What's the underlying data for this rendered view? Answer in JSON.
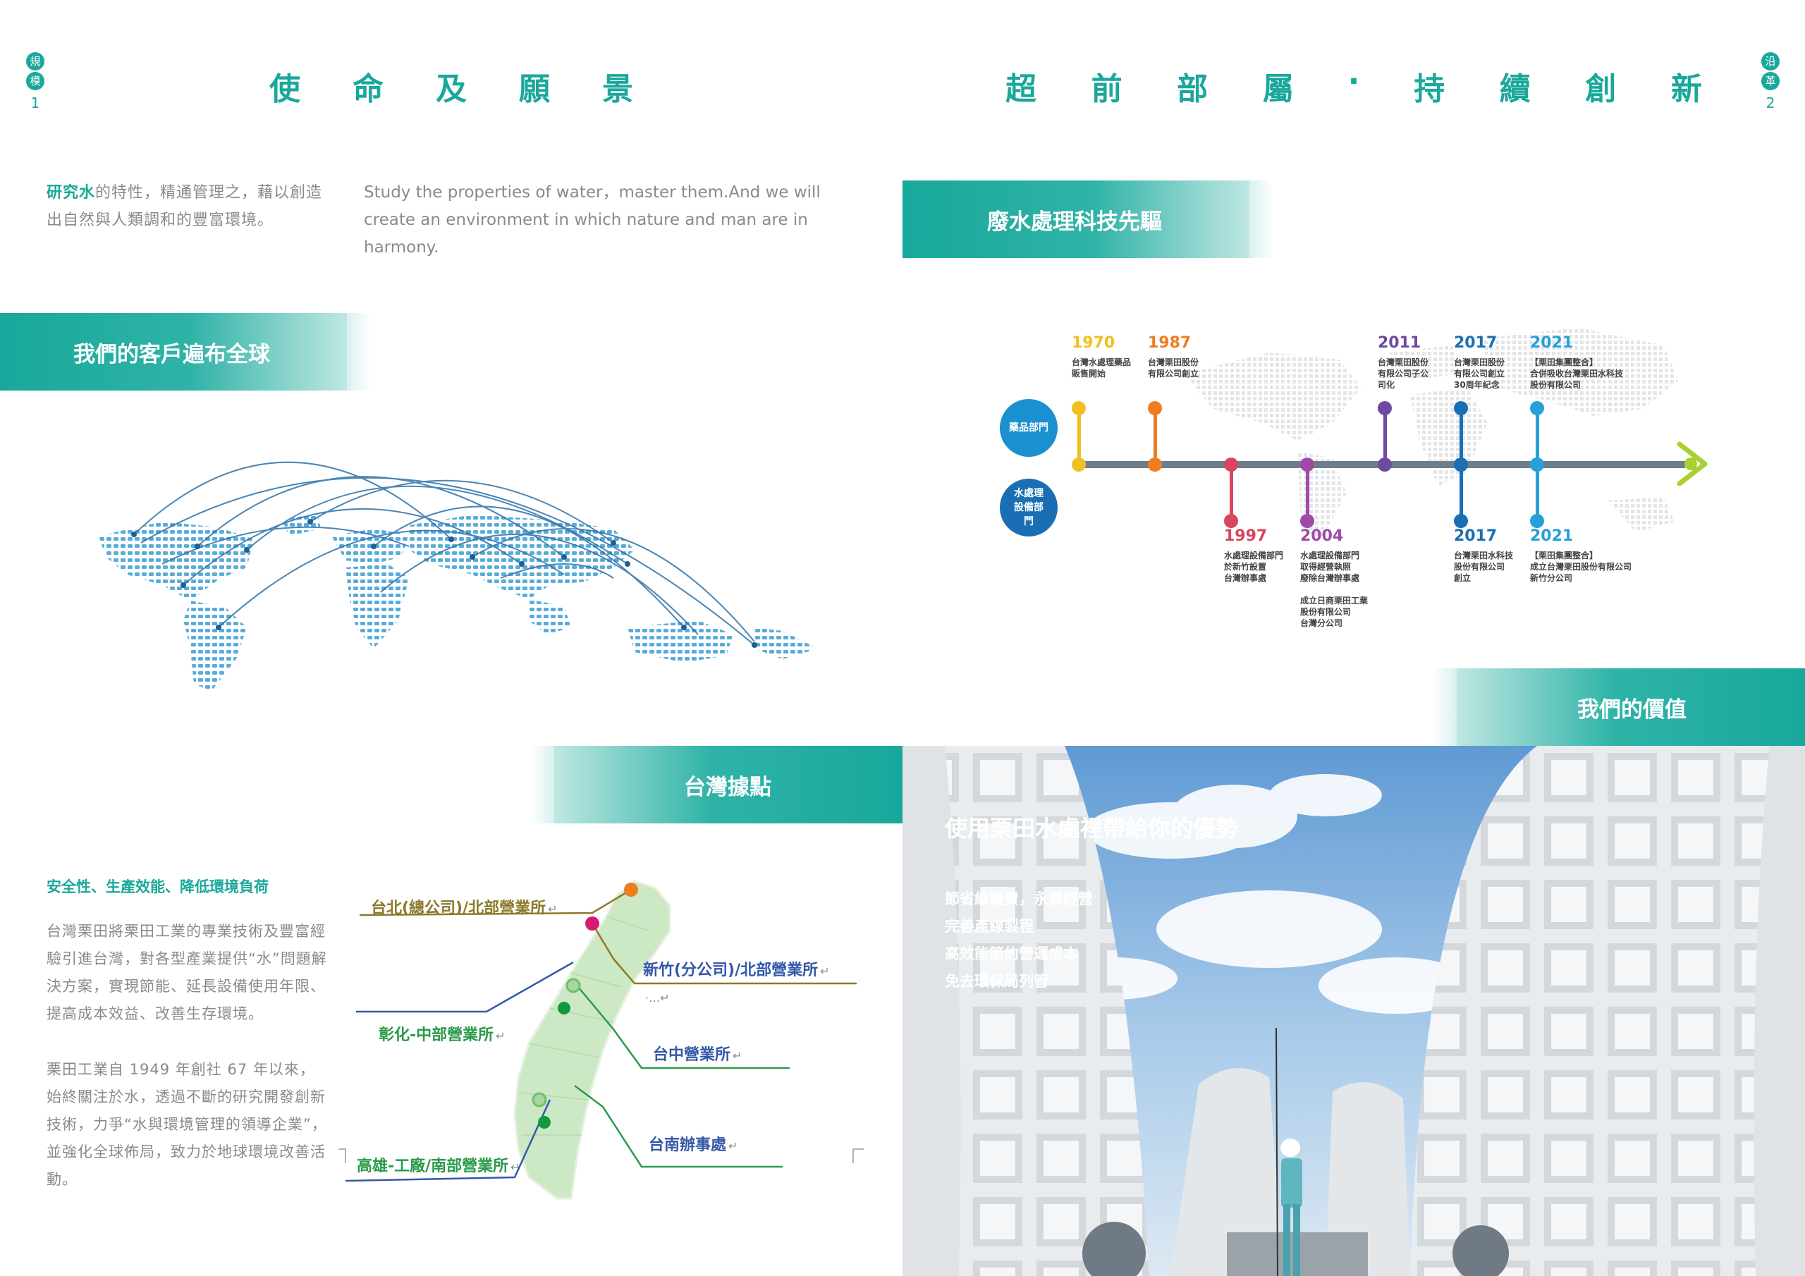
{
  "left_tab": {
    "chars": [
      "規",
      "模"
    ],
    "number": "1"
  },
  "right_tab": {
    "chars": [
      "沿",
      "革"
    ],
    "number": "2"
  },
  "left_title": [
    "使",
    "命",
    "及",
    "願",
    "景"
  ],
  "right_title": [
    "超",
    "前",
    "部",
    "屬",
    "‧",
    "持",
    "續",
    "創",
    "新"
  ],
  "mission": {
    "zh_highlight": "研究水",
    "zh_rest": "的特性，精通管理之，藉以創造出自然與人類調和的豐富環境。",
    "en": "Study the properties of water，master them.And we will create an environment in which nature and man are in harmony."
  },
  "banners": {
    "global": "我們的客戶遍布全球",
    "taiwan": "台灣據點",
    "pioneer": "廢水處理科技先驅",
    "value": "我們的價值"
  },
  "taiwan": {
    "subtitle": "安全性、生產效能、降低環境負荷",
    "para1": "台灣栗田將栗田工業的專業技術及豐富經驗引進台灣，對各型產業提供“水”問題解決方案，實現節能、延長設備使用年限、提高成本效益、改善生存環境。",
    "para2": "栗田工業自 1949 年創社 67 年以來，始終關注於水，透過不斷的研究開發創新技術，力爭“水與環境管理的領導企業”，並強化全球佈局，致力於地球環境改善活動。",
    "locations": [
      {
        "label": "台北(總公司)/北部營業所",
        "color": "#8a7a2a"
      },
      {
        "label": "新竹(分公司)/北部營業所",
        "color": "#3458a8"
      },
      {
        "label": "彰化-中部營業所",
        "color": "#2a9a4a"
      },
      {
        "label": "台中營業所",
        "color": "#3458a8"
      },
      {
        "label": "台南辦事處",
        "color": "#3458a8"
      },
      {
        "label": "高雄-工廠/南部營業所",
        "color": "#2a9a4a"
      }
    ],
    "lead_mark": "↵",
    "small_mark": "·…↵"
  },
  "timeline": {
    "departments": [
      "藥品部門",
      "水處理設備部門"
    ],
    "upper": [
      {
        "year": "1970",
        "desc": "台灣水處理藥品\n販售開始",
        "color": "#f0c020"
      },
      {
        "year": "1987",
        "desc": "台灣栗田股份\n有限公司創立",
        "color": "#ef7d20"
      },
      {
        "year": "2011",
        "desc": "台灣栗田股份\n有限公司子公\n司化",
        "color": "#6d4aa0"
      },
      {
        "year": "2017",
        "desc": "台灣栗田股份\n有限公司創立\n30周年紀念",
        "color": "#1a6fb4"
      },
      {
        "year": "2021",
        "desc": "【栗田集團整合】\n合併吸收台灣栗田水科技\n股份有限公司",
        "color": "#26a0d8"
      }
    ],
    "lower": [
      {
        "year": "1997",
        "desc": "水處理設備部門\n於新竹設置\n台灣辦事處",
        "color": "#d8455e"
      },
      {
        "year": "2004",
        "desc": "水處理設備部門\n取得經營執照\n廢除台灣辦事處\n\n成立日商栗田工業\n股份有限公司\n台灣分公司",
        "color": "#a04aa8"
      },
      {
        "year": "2017",
        "desc": "台灣栗田水科技\n股份有限公司\n創立",
        "color": "#1a6fb4"
      },
      {
        "year": "2021",
        "desc": "【栗田集團整合】\n成立台灣栗田股份有限公司\n新竹分公司",
        "color": "#26a0d8"
      }
    ]
  },
  "values": {
    "title": "使用栗田水處裡帶給你的優勢",
    "items": [
      "節省維護費，永續經營",
      "完善產線製程",
      "高效能節約營運成本",
      "免去環保局列管"
    ]
  }
}
